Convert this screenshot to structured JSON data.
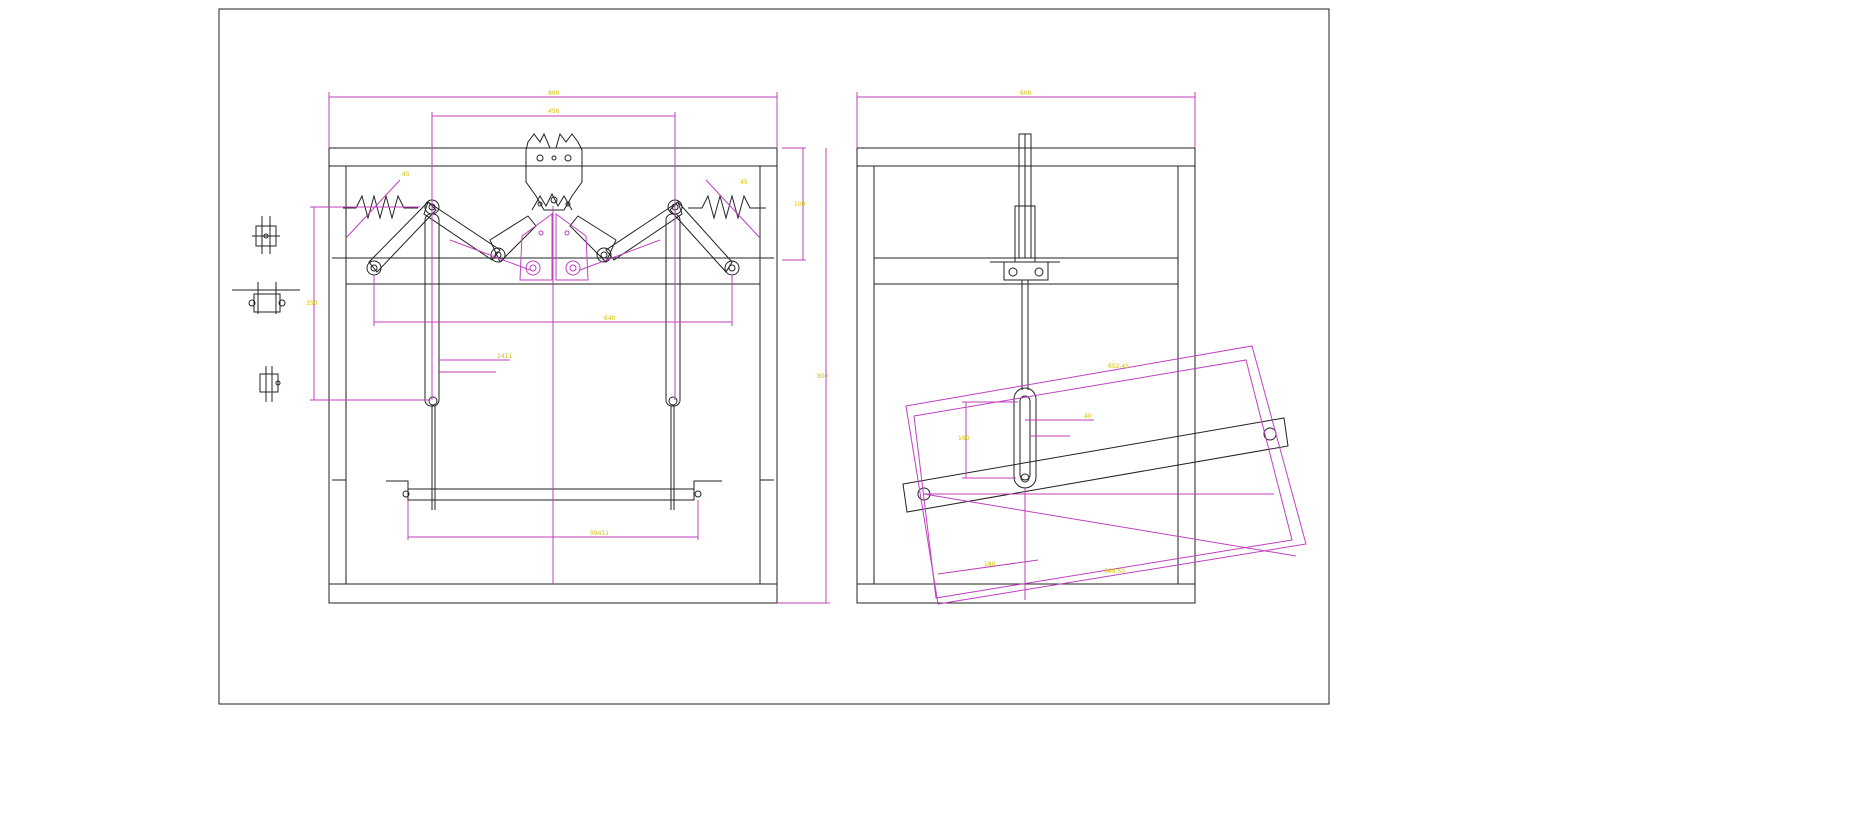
{
  "colors": {
    "background": "#ffffff",
    "outline": "#222222",
    "dimension_line": "#c040c0",
    "dimension_text": "#d4c000"
  },
  "dimensions": {
    "front_overall_width": "800",
    "front_inner_span": "450",
    "front_lever_angle_left": "45",
    "front_lever_angle_right": "45",
    "front_top_height": "100",
    "front_total_height": "800",
    "front_left_height": "350",
    "front_link_span": "640",
    "front_rod_label": "2411",
    "front_bottom_bar": "59411",
    "side_overall_width": "600",
    "side_top_diagonal": "652.45",
    "side_slot_label": "40",
    "side_slot_height": "160",
    "side_bottom_label": "180",
    "side_bottom_diagonal": "649.50"
  }
}
